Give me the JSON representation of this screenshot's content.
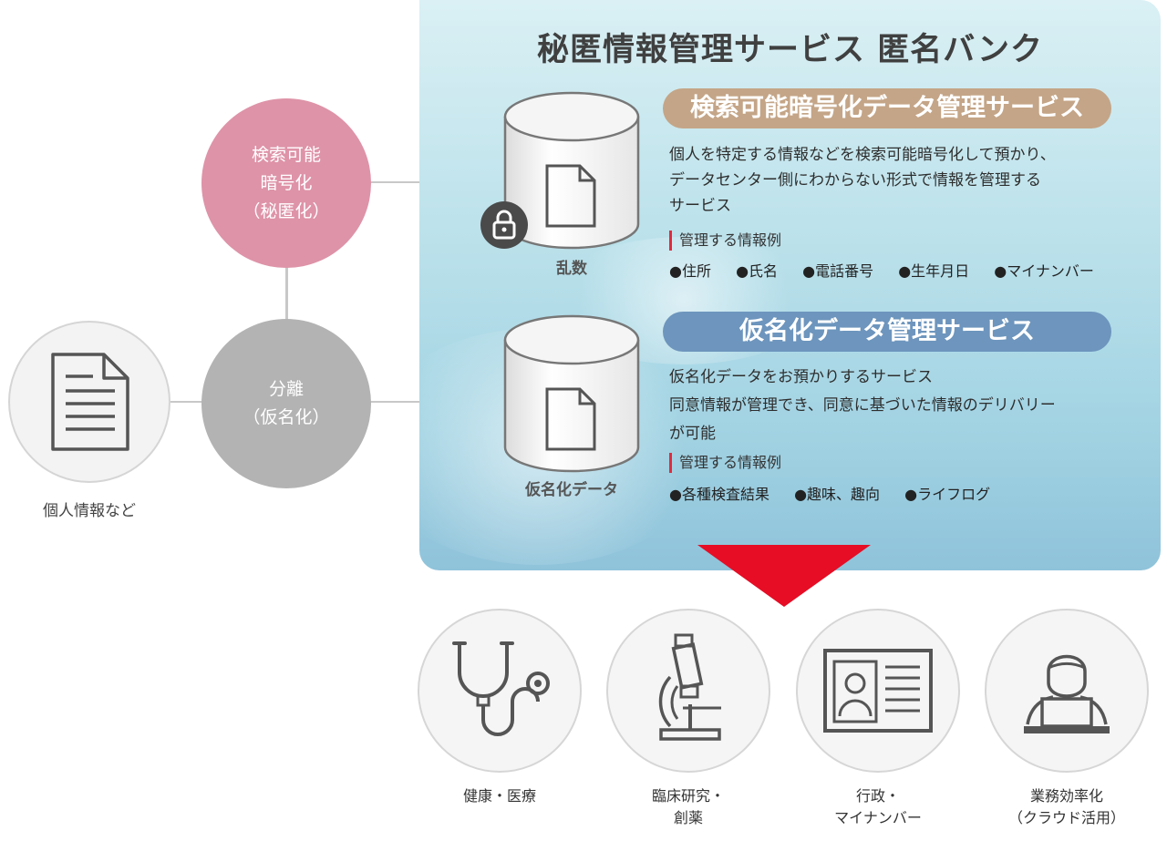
{
  "left": {
    "encryption_circle": [
      "検索可能",
      "暗号化",
      "（秘匿化）"
    ],
    "separation_circle": [
      "分離",
      "（仮名化）"
    ],
    "personal_info_caption": "個人情報など"
  },
  "panel": {
    "title": "秘匿情報管理サービス 匿名バンク",
    "encrypted_service": {
      "pill": "検索可能暗号化データ管理サービス",
      "description": [
        "個人を特定する情報などを検索可能暗号化して預かり、",
        "データセンター側にわからない形式で情報を管理する",
        "サービス"
      ],
      "examples_heading": "管理する情報例",
      "examples": [
        "●住所",
        "●氏名",
        "●電話番号",
        "●生年月日",
        "●マイナンバー"
      ],
      "db_label": "乱数"
    },
    "pseudonym_service": {
      "pill": "仮名化データ管理サービス",
      "description": [
        "仮名化データをお預かりするサービス",
        "同意情報が管理でき、同意に基づいた情報のデリバリー",
        "が可能"
      ],
      "examples_heading": "管理する情報例",
      "examples": [
        "●各種検査結果",
        "●趣味、趣向",
        "●ライフログ"
      ],
      "db_label": "仮名化データ"
    }
  },
  "uses": [
    {
      "icon": "stethoscope-icon",
      "lines": [
        "健康・医療"
      ]
    },
    {
      "icon": "microscope-icon",
      "lines": [
        "臨床研究・",
        "創薬"
      ]
    },
    {
      "icon": "id-card-icon",
      "lines": [
        "行政・",
        "マイナンバー"
      ]
    },
    {
      "icon": "laptop-user-icon",
      "lines": [
        "業務効率化",
        "（クラウド活用）"
      ]
    }
  ],
  "colors": {
    "encryption": "#de93a8",
    "separation": "#b3b3b3",
    "pill_encrypted": "#c4a587",
    "pill_pseudonym": "#6d95bd",
    "arrow": "#e60d25",
    "accent_bar": "#e12b3d"
  }
}
